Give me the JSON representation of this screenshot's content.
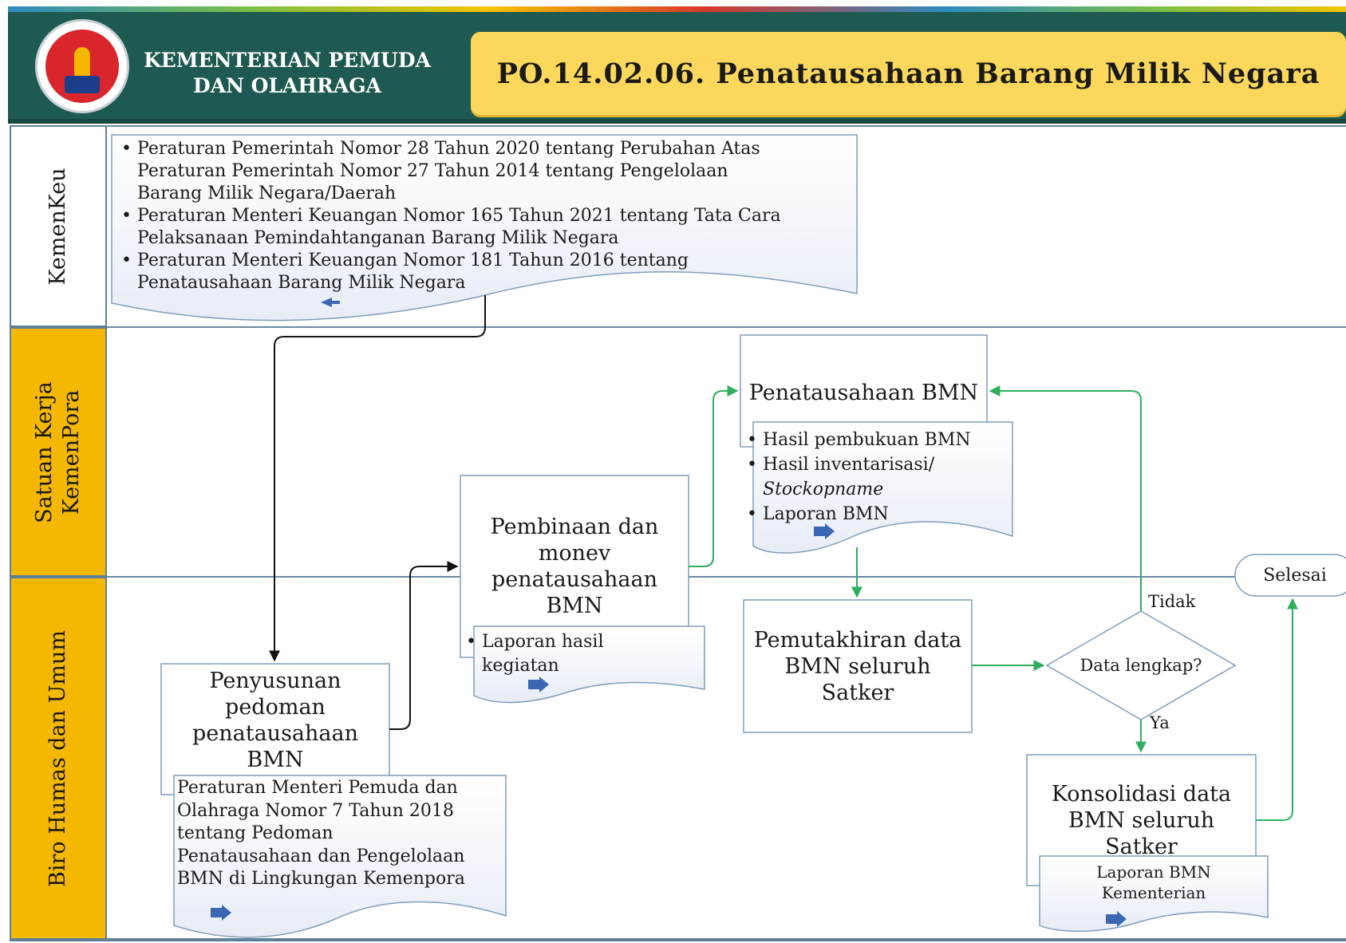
{
  "header": {
    "org_name_line1": "KEMENTERIAN PEMUDA",
    "org_name_line2": "DAN OLAHRAGA",
    "title": "PO.14.02.06.  Penatausahaan  Barang Milik Negara",
    "colors": {
      "header_bg": "#1e5a52",
      "title_bg": "#fbd75b",
      "lane_accent": "#f5b800",
      "flow_green": "#2fae5d"
    }
  },
  "lanes": [
    {
      "id": "kemenkeu",
      "label": "KemenKeu",
      "color": "#ffffff"
    },
    {
      "id": "satker",
      "label": "Satuan Kerja KemenPora",
      "line1": "Satuan Kerja",
      "line2": "KemenPora",
      "color": "#f5b800"
    },
    {
      "id": "biro",
      "label": "Biro Humas dan Umum",
      "color": "#f5b800"
    }
  ],
  "regulations": [
    "Peraturan Pemerintah Nomor 28 Tahun 2020 tentang Perubahan Atas Peraturan Pemerintah Nomor 27 Tahun 2014 tentang Pengelolaan Barang Milik Negara/Daerah",
    "Peraturan Menteri Keuangan Nomor 165 Tahun 2021 tentang Tata Cara Pelaksanaan Pemindahtanganan Barang Milik Negara",
    "Peraturan Menteri Keuangan Nomor 181 Tahun 2016 tentang Penatausahaan Barang Milik Negara"
  ],
  "reg_lines": [
    "Peraturan Pemerintah Nomor 28 Tahun 2020 tentang Perubahan Atas",
    "Peraturan Pemerintah Nomor 27 Tahun 2014 tentang Pengelolaan",
    "Barang Milik Negara/Daerah",
    "Peraturan Menteri Keuangan Nomor 165 Tahun 2021 tentang Tata Cara",
    "Pelaksanaan Pemindahtanganan Barang Milik Negara",
    "Peraturan Menteri Keuangan Nomor 181 Tahun 2016 tentang",
    "Penatausahaan Barang Milik Negara"
  ],
  "steps": {
    "penyusunan": {
      "l1": "Penyusunan",
      "l2": "pedoman",
      "l3": "penatausahaan",
      "l4": "BMN"
    },
    "pembinaan": {
      "l1": "Pembinaan dan",
      "l2": "monev",
      "l3": "penatausahaan",
      "l4": "BMN"
    },
    "penatausahaan": {
      "label": "Penatausahaan BMN"
    },
    "pemutakhiran": {
      "l1": "Pemutakhiran data",
      "l2": "BMN seluruh",
      "l3": "Satker"
    },
    "decision": {
      "label": "Data lengkap?",
      "no": "Tidak",
      "yes": "Ya"
    },
    "konsolidasi": {
      "l1": "Konsolidasi data",
      "l2": "BMN seluruh",
      "l3": "Satker"
    },
    "end": {
      "label": "Selesai"
    }
  },
  "documents": {
    "permenpora": [
      "Peraturan Menteri Pemuda dan",
      "Olahraga Nomor 7 Tahun 2018",
      "tentang Pedoman",
      "Penatausahaan dan Pengelolaan",
      "BMN di Lingkungan Kemenpora"
    ],
    "laporan_kegiatan": {
      "l1": "Laporan hasil",
      "l2": "kegiatan"
    },
    "hasil": {
      "i1": "Hasil pembukuan  BMN",
      "i2a": "Hasil inventarisasi/",
      "i2b": "Stockopname",
      "i3": "Laporan BMN"
    },
    "laporan_kementerian": {
      "l1": "Laporan BMN",
      "l2": "Kementerian"
    }
  }
}
